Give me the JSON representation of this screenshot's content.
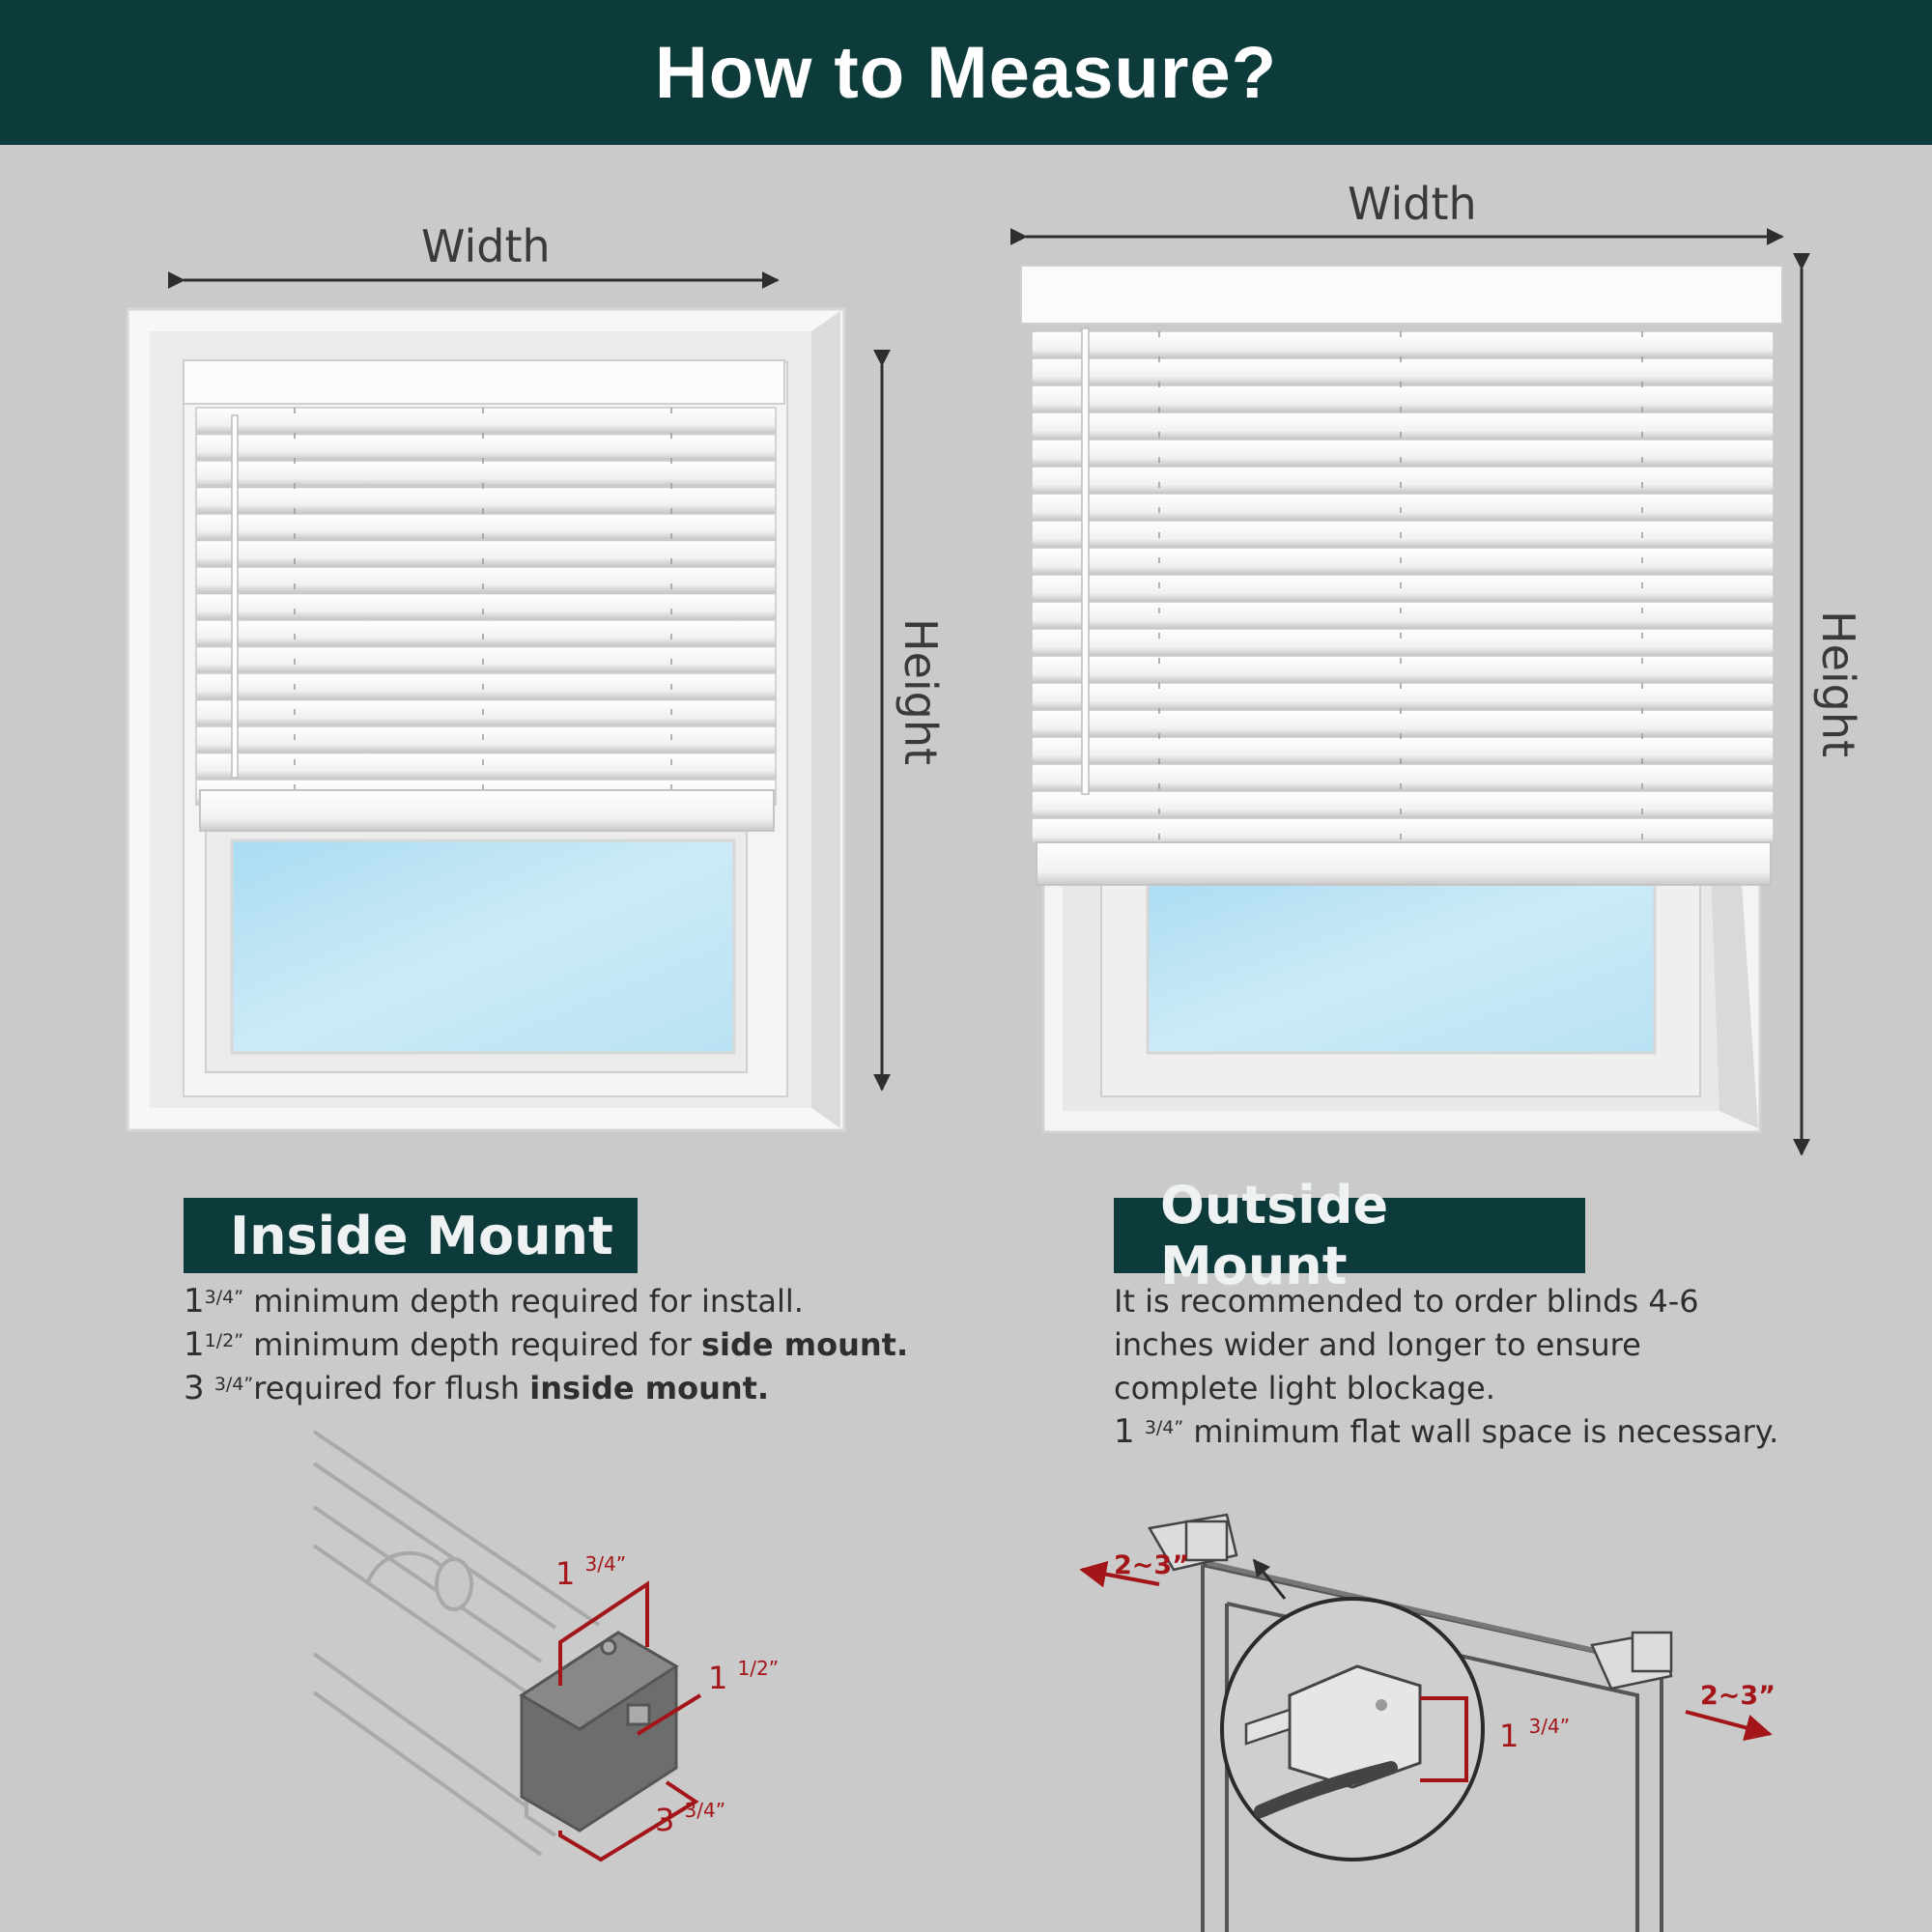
{
  "header": {
    "title": "How to Measure?"
  },
  "dimension_labels": {
    "left_width": "Width",
    "left_height": "Height",
    "right_width": "Width",
    "right_height": "Height"
  },
  "inside_mount": {
    "title": "Inside Mount",
    "lines": [
      {
        "num": "1",
        "frac": "3/4”",
        "text": " minimum depth required for install.",
        "bold": ""
      },
      {
        "num": "1",
        "frac": "1/2”",
        "text": " minimum depth required for ",
        "bold": "side mount."
      },
      {
        "num": "3",
        "frac": "3/4”",
        "text": "required for flush ",
        "bold": "inside mount."
      }
    ],
    "diagram_labels": [
      {
        "num": "1",
        "frac": "3/4”"
      },
      {
        "num": "1",
        "frac": "1/2”"
      },
      {
        "num": "3",
        "frac": "3/4”"
      }
    ]
  },
  "outside_mount": {
    "title": "Outside Mount",
    "lines": [
      "It is recommended to order blinds 4-6",
      "inches wider and longer to ensure",
      "complete light blockage."
    ],
    "last_line": {
      "num": "1",
      "frac": "3/4”",
      "text": " minimum flat wall space is necessary."
    },
    "diagram_labels": {
      "left_offset": "2~3”",
      "right_offset": "2~3”",
      "depth": {
        "num": "1",
        "frac": "3/4”"
      }
    }
  },
  "colors": {
    "header_bg": "#0d3b3c",
    "background": "#cacaca",
    "accent_red": "#a31519"
  }
}
